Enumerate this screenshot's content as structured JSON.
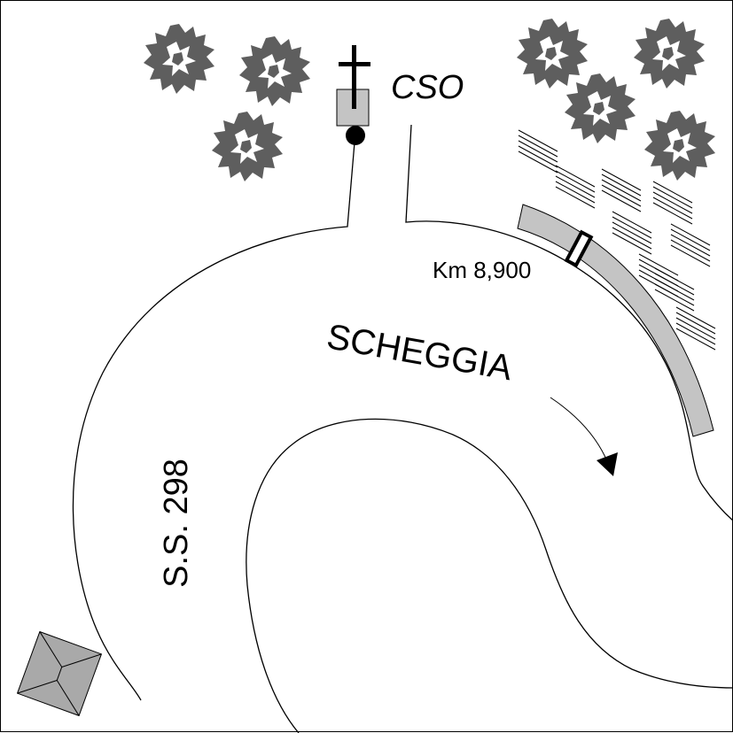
{
  "labels": {
    "cso": "CSO",
    "road_name": "SCHEGGIA",
    "road_number": "S.S. 298",
    "kilometer": "Km 8,900"
  },
  "colors": {
    "tree": "#5e5e5e",
    "tree_highlight": "#ffffff",
    "gray_fill": "#c4c4c4",
    "house_fill": "#a9a9a9",
    "line": "#000000",
    "background": "#ffffff"
  },
  "icons": {
    "cross": "cross-icon",
    "tree": "tree-icon",
    "house": "house-icon",
    "direction": "direction-arrow-icon",
    "marker": "km-marker-icon",
    "junction": "junction-dot-icon"
  }
}
